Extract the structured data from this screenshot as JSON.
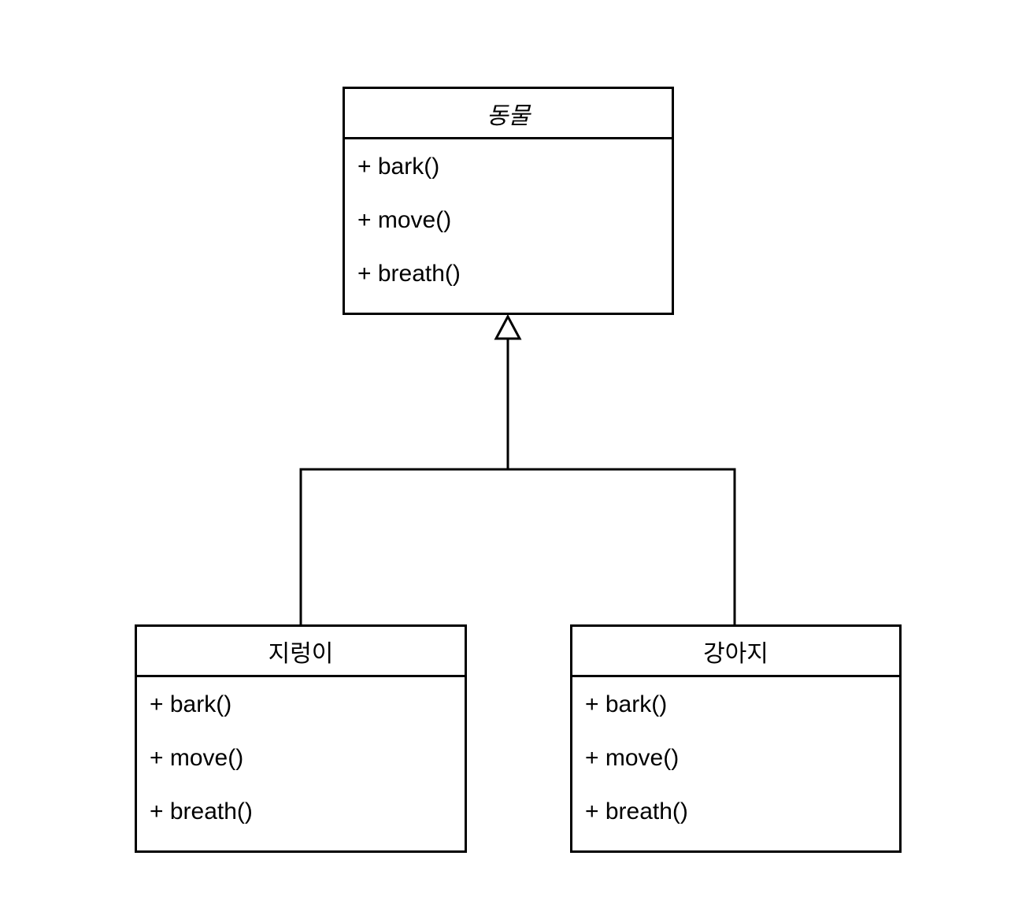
{
  "diagram_type": "uml-class-diagram",
  "colors": {
    "line": "#000000",
    "background": "#ffffff",
    "box_fill": "#ffffff",
    "text": "#000000"
  },
  "classes": [
    {
      "name": "동물",
      "abstract": true,
      "methods": [
        "+ bark()",
        "+ move()",
        "+ breath()"
      ]
    },
    {
      "name": "지렁이",
      "abstract": false,
      "methods": [
        "+ bark()",
        "+ move()",
        "+ breath()"
      ]
    },
    {
      "name": "강아지",
      "abstract": false,
      "methods": [
        "+ bark()",
        "+ move()",
        "+ breath()"
      ]
    }
  ],
  "relations": [
    {
      "type": "generalization",
      "from": "지렁이",
      "to": "동물"
    },
    {
      "type": "generalization",
      "from": "강아지",
      "to": "동물"
    }
  ]
}
